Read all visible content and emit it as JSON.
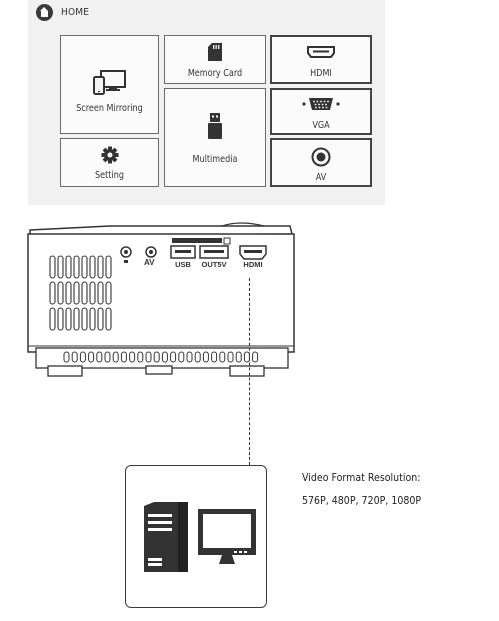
{
  "menu": {
    "home_label": "HOME",
    "tiles": {
      "screen_mirroring": "Screen Mirroring",
      "memory_card": "Memory Card",
      "hdmi": "HDMI",
      "multimedia": "Multimedia",
      "vga": "VGA",
      "setting": "Setting",
      "av": "AV"
    }
  },
  "projector": {
    "ports": {
      "av": "AV",
      "usb": "USB",
      "out5v": "OUT5V",
      "hdmi": "HDMI"
    }
  },
  "output": {
    "resolution_title": "Video Format Resolution:",
    "resolution_values": "576P, 480P, 720P, 1080P"
  },
  "icons": {
    "home": "home-icon",
    "screen_mirroring": "phone-monitor-icon",
    "memory_card": "sd-card-icon",
    "hdmi": "hdmi-port-icon",
    "multimedia": "usb-drive-icon",
    "vga": "vga-port-icon",
    "setting": "gear-icon",
    "av": "av-jack-icon",
    "computer": "computer-tower-icon",
    "monitor": "monitor-icon"
  }
}
